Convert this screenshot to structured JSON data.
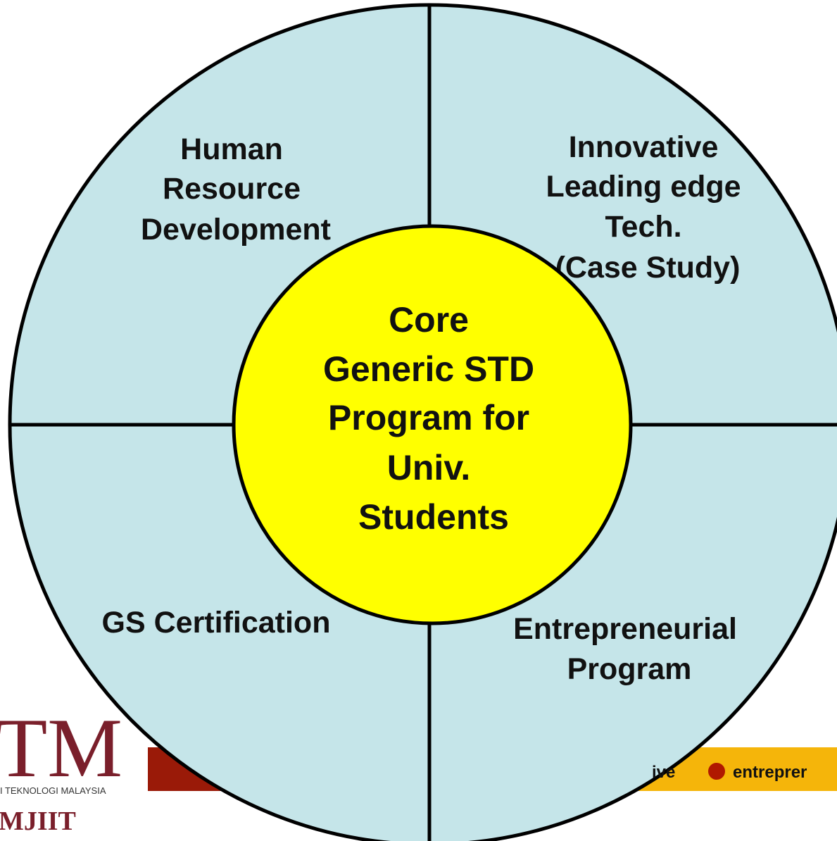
{
  "diagram": {
    "quadrants": {
      "top_left": [
        "Human",
        "Resource",
        "Development"
      ],
      "top_right": [
        "Innovative",
        "Leading edge",
        "Tech.",
        "(Case Study)"
      ],
      "bottom_left": [
        "GS Certification"
      ],
      "bottom_right": [
        "Entrepreneurial",
        "Program"
      ]
    },
    "core": [
      "Core",
      "Generic STD",
      "Program for",
      "Univ.",
      "Students"
    ]
  },
  "logo": {
    "mark": "TM",
    "subtitle": "I TEKNOLOGI MALAYSIA",
    "institute": "MJIIT"
  },
  "banner": {
    "left_text": "ive",
    "right_text": "entreprer"
  },
  "colors": {
    "ring": "#c5e5e9",
    "core": "#ffff00",
    "banner_left": "#9a1a08",
    "banner_right": "#f5b50a",
    "bullet": "#b01800"
  }
}
